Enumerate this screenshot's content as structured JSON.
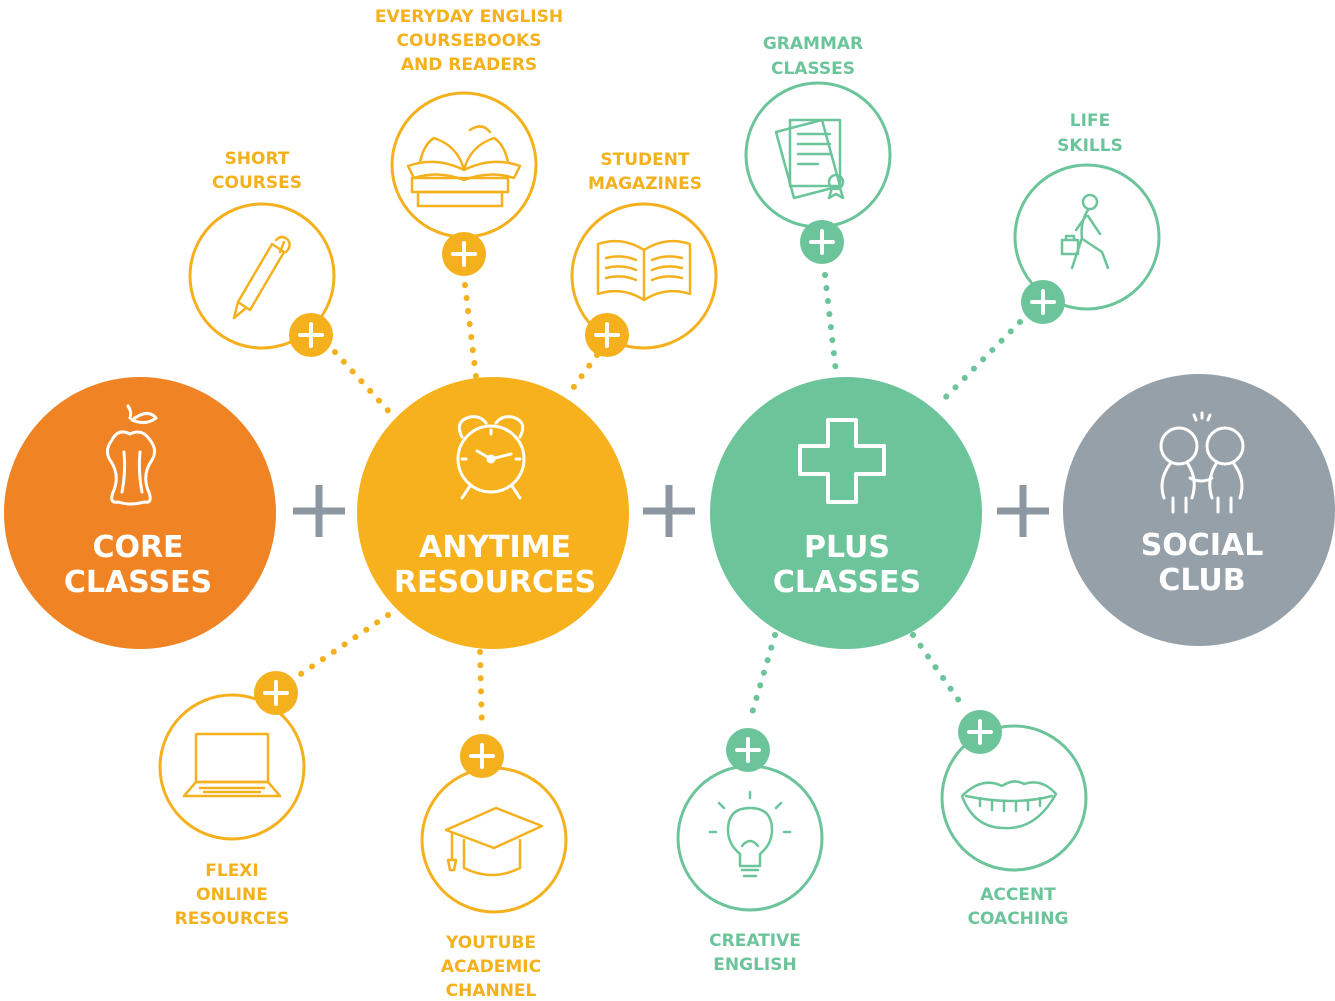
{
  "colors": {
    "core": "#f08424",
    "anytime": "#f7b11c",
    "plus": "#6cc49b",
    "social": "#95a0a9",
    "operator": "#8d97a1"
  },
  "main": {
    "core": {
      "line1": "CORE",
      "line2": "CLASSES",
      "icon": "apple-core-icon"
    },
    "anytime": {
      "line1": "ANYTIME",
      "line2": "RESOURCES",
      "icon": "alarm-clock-icon"
    },
    "plus": {
      "line1": "PLUS",
      "line2": "CLASSES",
      "icon": "plus-cross-icon"
    },
    "social": {
      "line1": "SOCIAL",
      "line2": "CLUB",
      "icon": "friends-icon"
    }
  },
  "satellites": {
    "everyday_english": {
      "lines": [
        "EVERYDAY ENGLISH",
        "COURSEBOOKS",
        "AND READERS"
      ],
      "icon": "books-icon"
    },
    "short_courses": {
      "lines": [
        "SHORT",
        "COURSES"
      ],
      "icon": "pen-icon"
    },
    "student_magazines": {
      "lines": [
        "STUDENT",
        "MAGAZINES"
      ],
      "icon": "open-book-icon"
    },
    "flexi_online": {
      "lines": [
        "FLEXI",
        "ONLINE",
        "RESOURCES"
      ],
      "icon": "laptop-icon"
    },
    "youtube_academic": {
      "lines": [
        "YOUTUBE",
        "ACADEMIC",
        "CHANNEL"
      ],
      "icon": "graduation-cap-icon"
    },
    "grammar_classes": {
      "lines": [
        "GRAMMAR",
        "CLASSES"
      ],
      "icon": "documents-icon"
    },
    "life_skills": {
      "lines": [
        "LIFE",
        "SKILLS"
      ],
      "icon": "walking-person-icon"
    },
    "creative_english": {
      "lines": [
        "CREATIVE",
        "ENGLISH"
      ],
      "icon": "light-bulb-icon"
    },
    "accent_coaching": {
      "lines": [
        "ACCENT",
        "COACHING"
      ],
      "icon": "mouth-icon"
    }
  }
}
